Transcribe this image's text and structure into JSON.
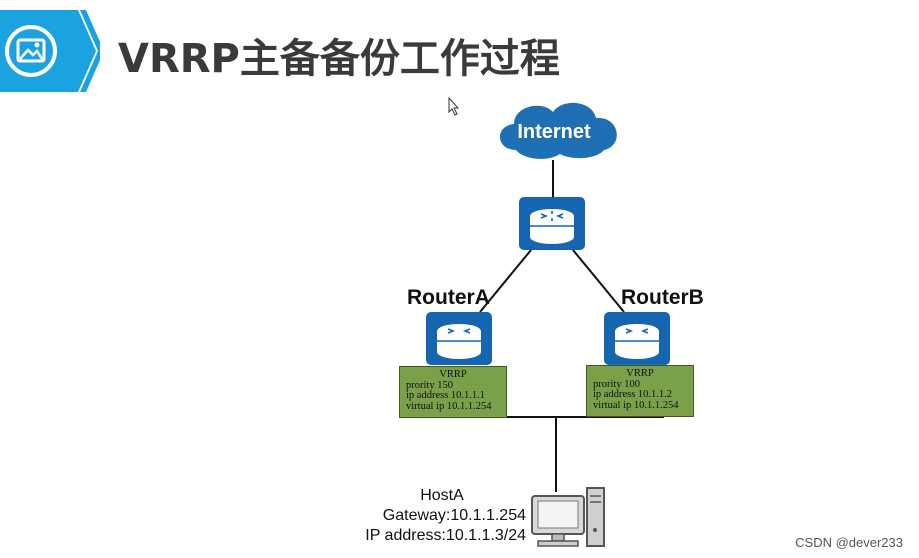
{
  "header": {
    "title": "VRRP主备备份工作过程",
    "icon": "image-icon",
    "accent_color": "#1aa3e0"
  },
  "diagram": {
    "internet_label": "Internet",
    "cloud_color": "#1f6fb5",
    "router_color": "#1565b0",
    "router_a": {
      "label": "RouterA",
      "vrrp": {
        "title": "VRRP",
        "priority": "prority 150",
        "ip": "ip address 10.1.1.1",
        "vip": "virtual ip 10.1.1.254"
      }
    },
    "router_b": {
      "label": "RouterB",
      "vrrp": {
        "title": "VRRP",
        "priority": "prority 100",
        "ip": "ip address 10.1.1.2",
        "vip": "virtual ip 10.1.1.254"
      }
    },
    "vrrp_box_color": "#7aa04a",
    "host": {
      "name": "HostA",
      "gateway": "Gateway:10.1.1.254",
      "ip": "IP address:10.1.1.3/24"
    }
  },
  "watermark": "CSDN @dever233"
}
